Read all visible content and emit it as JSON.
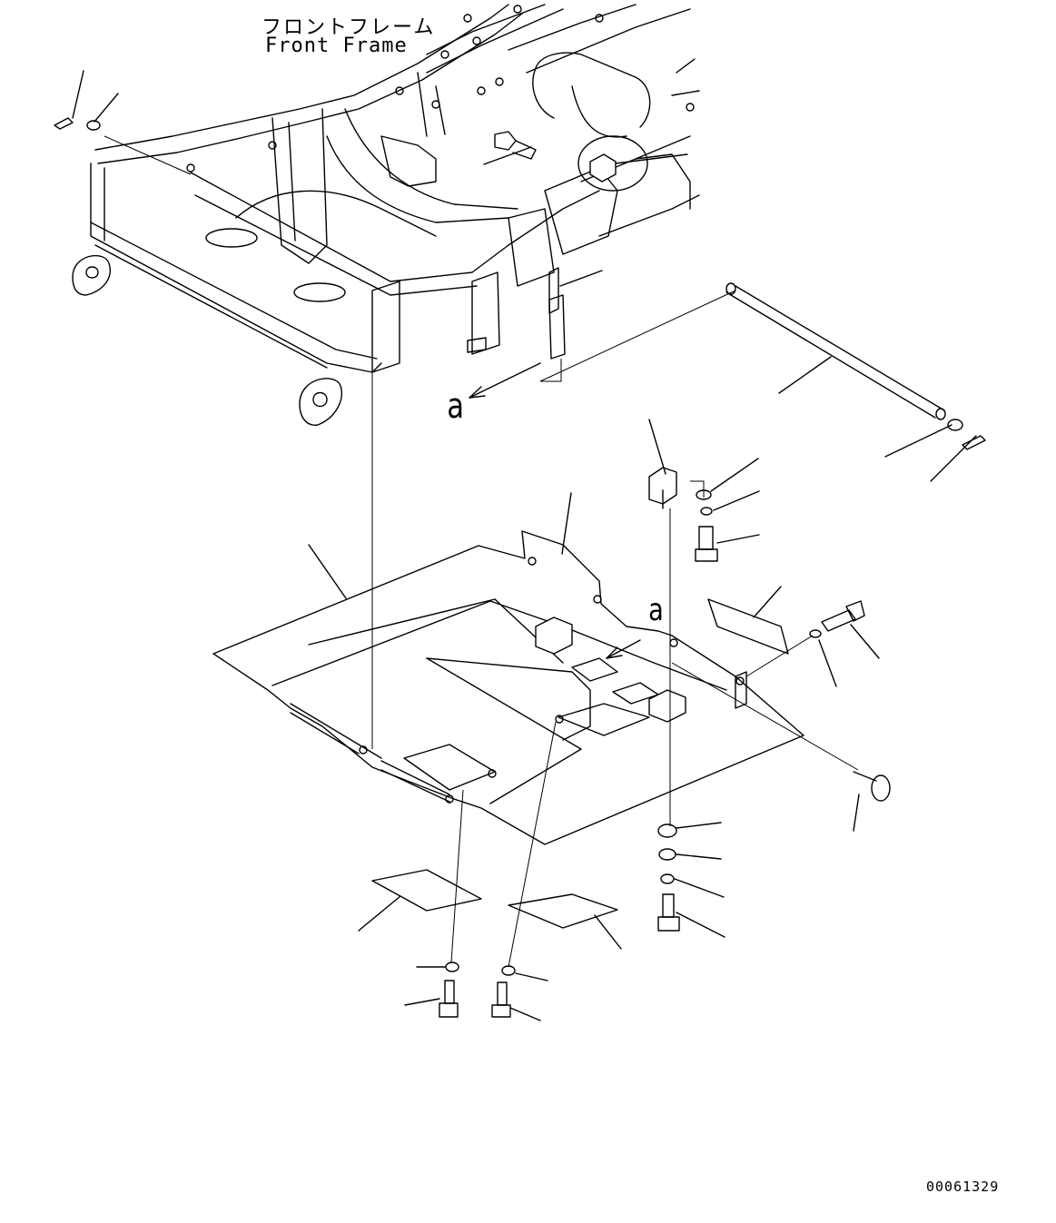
{
  "title": {
    "japanese": "フロントフレーム",
    "english": "Front Frame"
  },
  "view_markers": [
    "a",
    "a"
  ],
  "drawing_number": "00061329"
}
